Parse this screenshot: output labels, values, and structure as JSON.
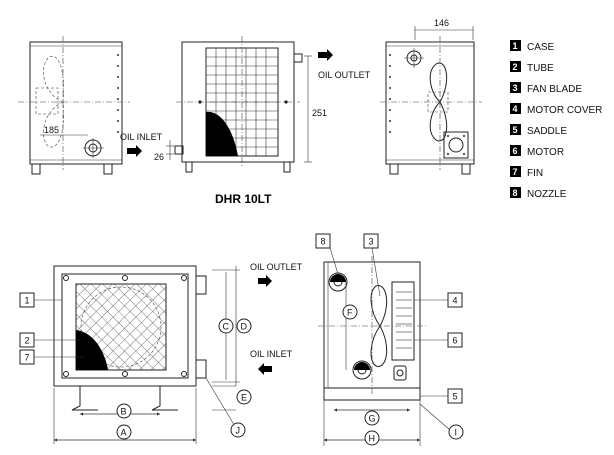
{
  "model_title": "DHR 10LT",
  "labels": {
    "oil_outlet": "OIL OUTLET",
    "oil_inlet": "OIL INLET",
    "oil_outlet_2": "OIL OUTLET",
    "oil_inlet_2": "OIL INLET"
  },
  "dimensions": {
    "d146": "146",
    "d251": "251",
    "d185": "185",
    "d26": "26"
  },
  "legend": [
    {
      "num": "1",
      "label": "CASE"
    },
    {
      "num": "2",
      "label": "TUBE"
    },
    {
      "num": "3",
      "label": "FAN BLADE"
    },
    {
      "num": "4",
      "label": "MOTOR COVER"
    },
    {
      "num": "5",
      "label": "SADDLE"
    },
    {
      "num": "6",
      "label": "MOTOR"
    },
    {
      "num": "7",
      "label": "FIN"
    },
    {
      "num": "8",
      "label": "NOZZLE"
    }
  ],
  "part_callouts": {
    "c1": "1",
    "c2": "2",
    "c3": "3",
    "c4": "4",
    "c5": "5",
    "c6": "6",
    "c7": "7",
    "c8": "8"
  },
  "dimension_callouts": {
    "A": "A",
    "B": "B",
    "C": "C",
    "D": "D",
    "E": "E",
    "F": "F",
    "G": "G",
    "H": "H",
    "I": "I",
    "J": "J"
  }
}
